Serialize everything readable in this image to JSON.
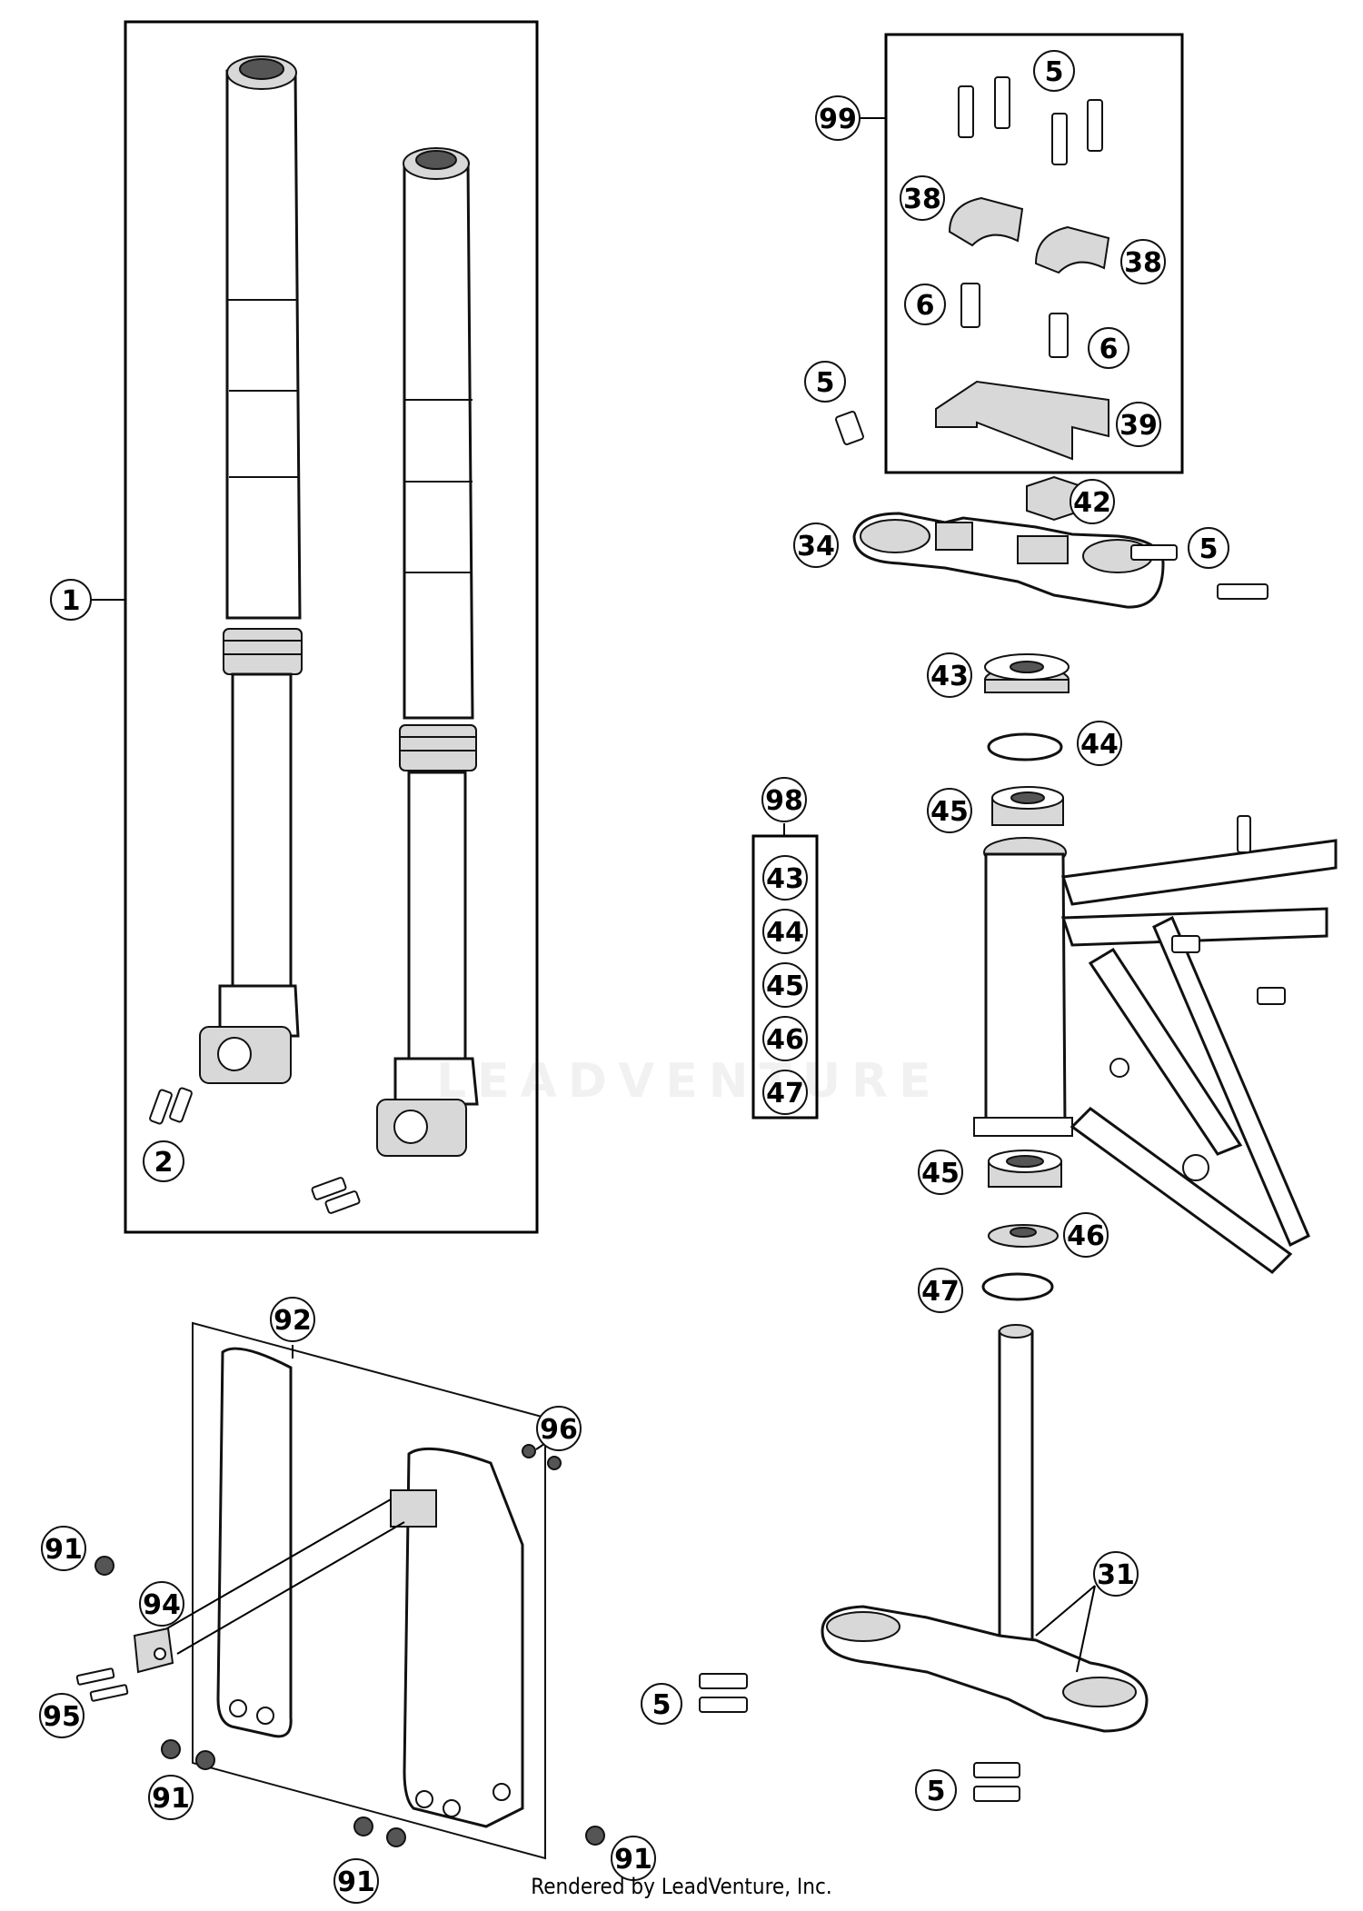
{
  "footer": "Rendered by LeadVenture, Inc.",
  "watermark": "LEADVENTURE",
  "callouts": {
    "c1": "1",
    "c2": "2",
    "c5a": "5",
    "c99": "99",
    "c38a": "38",
    "c38b": "38",
    "c6a": "6",
    "c6b": "6",
    "c5b": "5",
    "c39": "39",
    "c42": "42",
    "c34": "34",
    "c5c": "5",
    "c43": "43",
    "c44": "44",
    "c45": "45",
    "c98": "98",
    "k43": "43",
    "k44": "44",
    "k45": "45",
    "k46": "46",
    "k47": "47",
    "c45b": "45",
    "c46": "46",
    "c47": "47",
    "c92": "92",
    "c96": "96",
    "c91a": "91",
    "c94": "94",
    "c95": "95",
    "c91b": "91",
    "c91c": "91",
    "c91d": "91",
    "c5d": "5",
    "c31": "31",
    "c5e": "5"
  }
}
